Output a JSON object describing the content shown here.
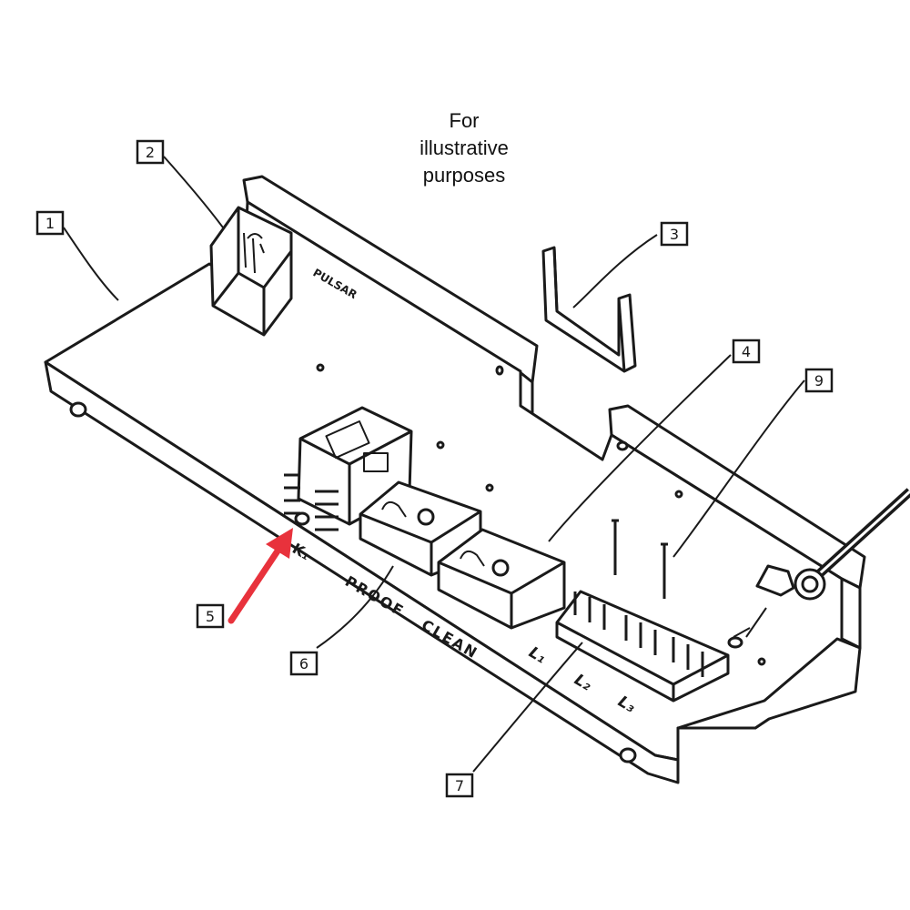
{
  "note": {
    "line1": "For",
    "line2": "illustrative",
    "line3": "purposes"
  },
  "callouts": {
    "c1": "1",
    "c2": "2",
    "c3": "3",
    "c4": "4",
    "c5": "5",
    "c6": "6",
    "c7": "7",
    "c9": "9"
  },
  "board_labels": {
    "brand": "PULSAR",
    "relay_k": "K₁",
    "proof": "PROOF",
    "clean": "CLEAN",
    "l1": "L₁",
    "l2": "L₂",
    "l3": "L₃"
  },
  "colors": {
    "line": "#1a1a1a",
    "arrow": "#e8323c",
    "background": "#ffffff"
  }
}
